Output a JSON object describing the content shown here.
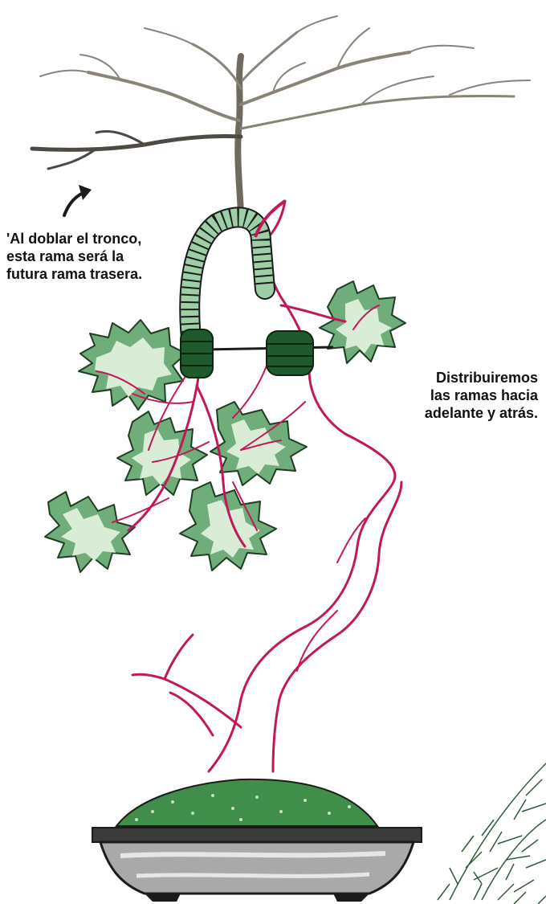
{
  "annotations": {
    "left": {
      "lines": [
        "'Al doblar el tronco,",
        "esta rama será la",
        "futura rama trasera."
      ]
    },
    "right": {
      "lines": [
        "Distribuiremos",
        "las ramas hacia",
        "adelante y atrás."
      ]
    }
  },
  "colors": {
    "trunk": "#c2185b",
    "foliage_fill": "#6fae7a",
    "foliage_light": "#d9ecd6",
    "foliage_outline": "#1f3d22",
    "wire": "#9dcfa7",
    "wire_clamp": "#1e5a2c",
    "future_crown": "#8a8478",
    "pot": "#a9a9a9",
    "pot_outline": "#1b1b1b",
    "soil": "#3f8f4a",
    "pine": "#2f5a3a"
  },
  "icons": [
    "arrow-icon"
  ]
}
